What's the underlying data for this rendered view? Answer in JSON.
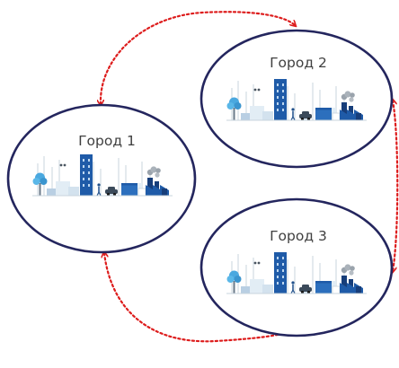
{
  "cities": [
    {
      "label": "Город 1"
    },
    {
      "label": "Город 2"
    },
    {
      "label": "Город 3"
    }
  ],
  "colors": {
    "ellipse_border": "#24265e",
    "arrow": "#dd1c1c",
    "building_blue": "#1f5ba8",
    "building_dark": "#173e7a",
    "tree": "#4aa8df",
    "pale_building": "#e2edf5",
    "skyline_line": "#c9d4dd",
    "factory_smoke": "#9aa3ac"
  },
  "icons": [
    "city-skyline-icon",
    "arrowhead-icon"
  ]
}
